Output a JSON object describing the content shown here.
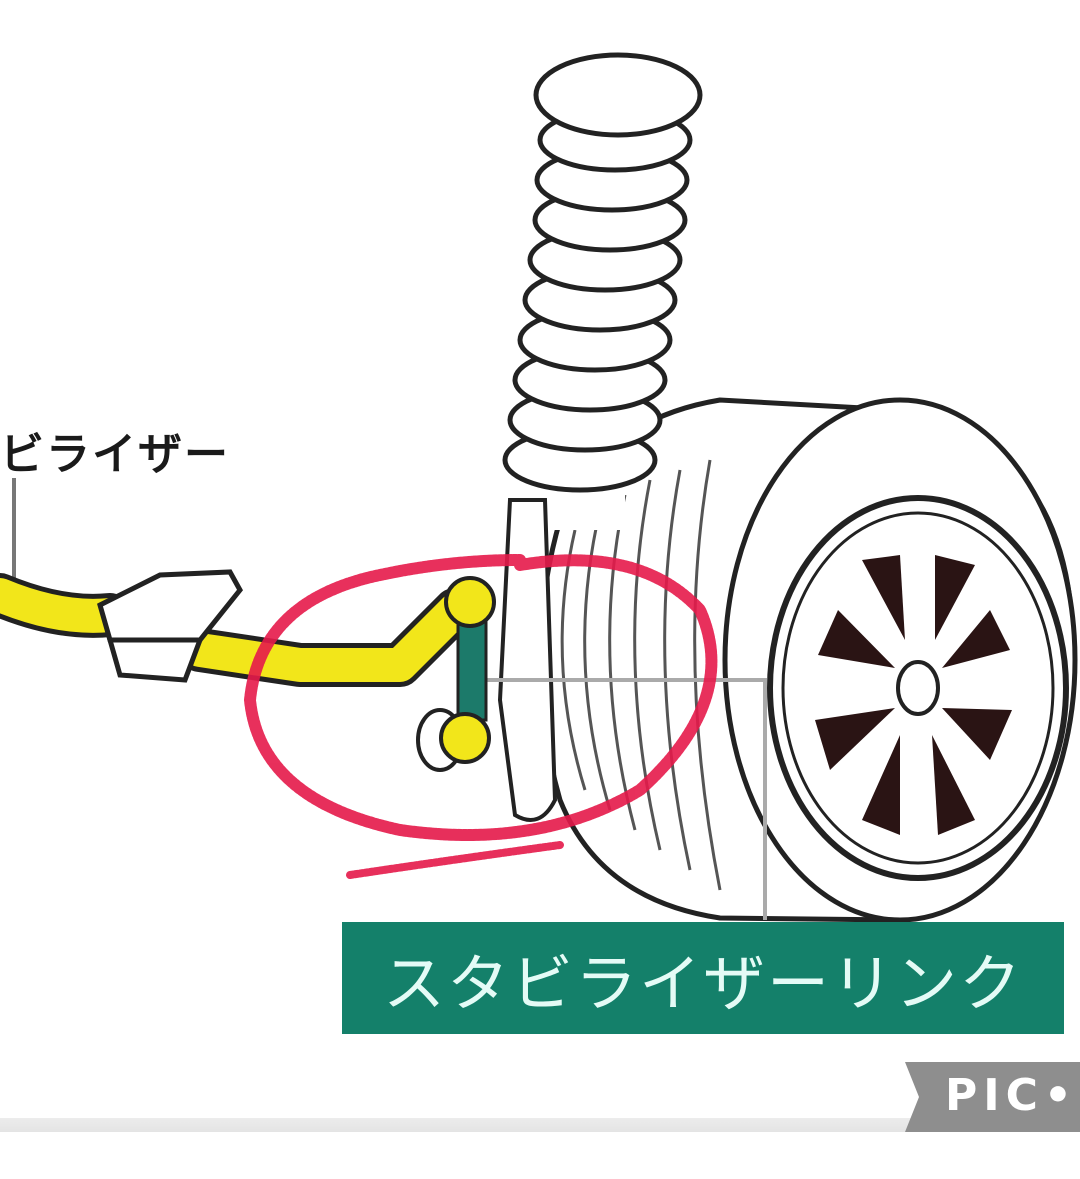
{
  "diagram": {
    "labels": {
      "stabilizer_partial": "ビライザー",
      "stabilizer_link": "スタビライザーリンク"
    },
    "components": [
      "coil-spring",
      "shock-absorber",
      "tire",
      "wheel",
      "stabilizer-bar",
      "bushing-bracket",
      "stabilizer-link"
    ],
    "annotation": {
      "type": "hand-drawn circle",
      "target": "stabilizer-link",
      "color": "#e5194a"
    },
    "colors": {
      "stabilizer_bar": "#f2e61a",
      "link_rod": "#1c7a6a",
      "label_box": "#14806a",
      "label_text": "#e4fbf6",
      "annotation": "#e5194a",
      "watermark": "#8e8e8e"
    }
  },
  "watermark": {
    "text": "PIC•"
  }
}
